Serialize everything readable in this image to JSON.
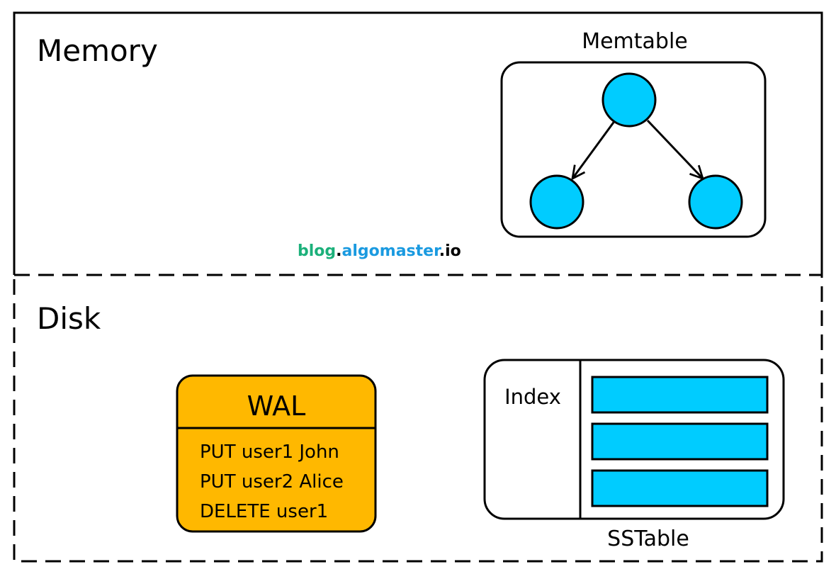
{
  "memory": {
    "title": "Memory",
    "memtable": {
      "label": "Memtable"
    }
  },
  "disk": {
    "title": "Disk",
    "wal": {
      "title": "WAL",
      "entries": [
        "PUT user1 John",
        "PUT user2 Alice",
        "DELETE user1"
      ]
    },
    "sstable": {
      "label": "SSTable",
      "index_label": "Index"
    }
  },
  "watermark": {
    "part1": "blog",
    "dot1": ".",
    "part2": "algomaster",
    "dot2": ".",
    "part3": "io"
  },
  "colors": {
    "node_fill": "#00ccff",
    "wal_fill": "#ffb800",
    "watermark_green": "#1bb07a",
    "watermark_blue": "#1a9ae0",
    "stroke": "#000000"
  }
}
